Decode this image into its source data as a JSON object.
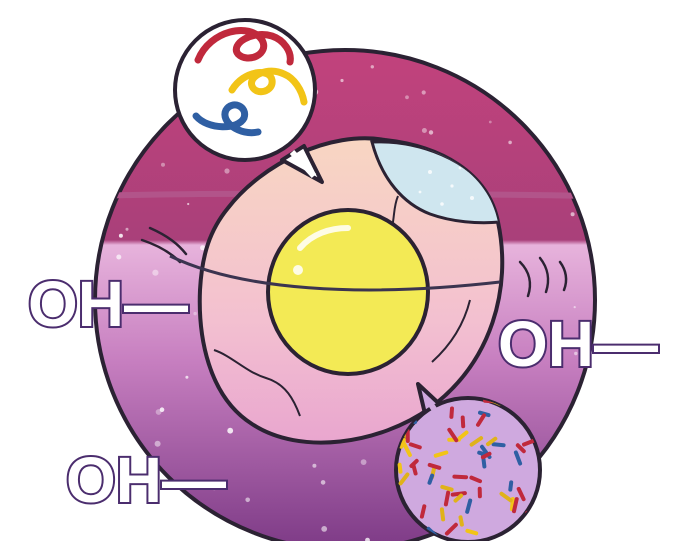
{
  "ion_labels": [
    {
      "text": "OH—"
    },
    {
      "text": "OH—"
    },
    {
      "text": "OH—"
    }
  ],
  "colors": {
    "background": "#ffffff",
    "outline": "#2b2233",
    "circle_top": "#b83f78",
    "circle_mid": "#e2a7d6",
    "circle_bottom": "#8a3f8a",
    "egg_shell": "#f7d0c4",
    "egg_bottom": "#f0b6d4",
    "yolk": "#f3ea55",
    "air_cell": "#cfe6ef",
    "label_color": "#4b2d6e",
    "protein_red": "#c0293c",
    "protein_yellow": "#f2c417",
    "protein_blue": "#2f5fa3",
    "bacteria_bg": "#cfa9df"
  },
  "icons": {
    "protein_bubble": "protein-strands-icon",
    "bacteria_bubble": "bacteria-icon"
  }
}
